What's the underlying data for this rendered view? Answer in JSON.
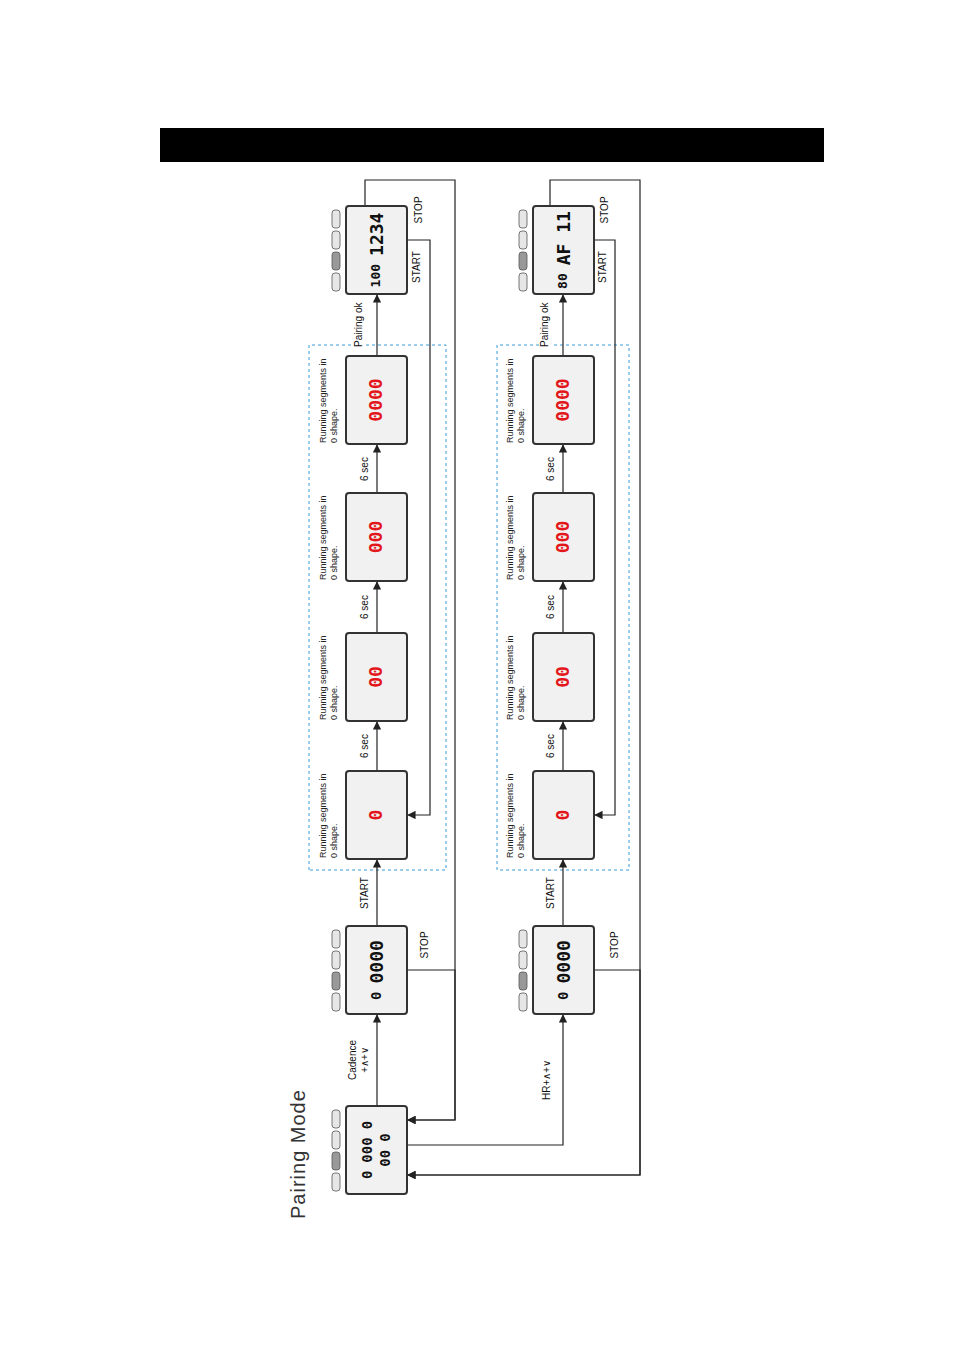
{
  "diagram": {
    "title": "Pairing Mode",
    "nodes": [
      {
        "text": [
          "0",
          "000",
          "0",
          "00",
          "0"
        ]
      },
      {
        "text": [
          "0",
          "0000"
        ]
      },
      {
        "text": [
          "Running segments in 0 shape.",
          "0"
        ]
      },
      {
        "text": [
          "Running segments in 0 shape.",
          "00"
        ]
      },
      {
        "text": [
          "Running segments in 0 shape.",
          "000"
        ]
      },
      {
        "text": [
          "Running segments in 0 shape.",
          "0000"
        ]
      },
      {
        "text": [
          "100",
          "1234"
        ]
      },
      {
        "text": [
          "0",
          "0000"
        ]
      },
      {
        "text": [
          "Running segments in 0 shape.",
          "0"
        ]
      },
      {
        "text": [
          "Running segments in 0 shape.",
          "00"
        ]
      },
      {
        "text": [
          "Running segments in 0 shape.",
          "000"
        ]
      },
      {
        "text": [
          "Running segments in 0 shape.",
          "0000"
        ]
      },
      {
        "text": [
          "80",
          "AF 11"
        ]
      }
    ],
    "edges": [
      {
        "from": 0,
        "to": 1,
        "label": "Cadence +∧+∨",
        "arrow": "to"
      },
      {
        "from": 1,
        "to": 2,
        "label": "START",
        "arrow": "to"
      },
      {
        "from": 2,
        "to": 3,
        "label": "6 sec",
        "arrow": "to"
      },
      {
        "from": 3,
        "to": 4,
        "label": "6 sec",
        "arrow": "to"
      },
      {
        "from": 4,
        "to": 5,
        "label": "6 sec",
        "arrow": "to"
      },
      {
        "from": 5,
        "to": 6,
        "label": "Pairing ok",
        "arrow": "to"
      },
      {
        "from": 6,
        "to": 2,
        "label": "START",
        "arrow": "to"
      },
      {
        "from": 6,
        "to": 0,
        "label": "STOP",
        "arrow": "to"
      },
      {
        "from": 1,
        "to": 0,
        "label": "STOP",
        "arrow": "to"
      },
      {
        "from": 0,
        "to": 7,
        "label": "HR+∧+∨",
        "arrow": "to"
      },
      {
        "from": 7,
        "to": 8,
        "label": "START",
        "arrow": "to"
      },
      {
        "from": 8,
        "to": 9,
        "label": "6 sec",
        "arrow": "to"
      },
      {
        "from": 9,
        "to": 10,
        "label": "6 sec",
        "arrow": "to"
      },
      {
        "from": 10,
        "to": 11,
        "label": "6 sec",
        "arrow": "to"
      },
      {
        "from": 11,
        "to": 12,
        "label": "Pairing ok",
        "arrow": "to"
      },
      {
        "from": 12,
        "to": 8,
        "label": "START",
        "arrow": "to"
      },
      {
        "from": 12,
        "to": 0,
        "label": "STOP",
        "arrow": "to"
      },
      {
        "from": 7,
        "to": 0,
        "label": "STOP",
        "arrow": "to"
      }
    ]
  }
}
